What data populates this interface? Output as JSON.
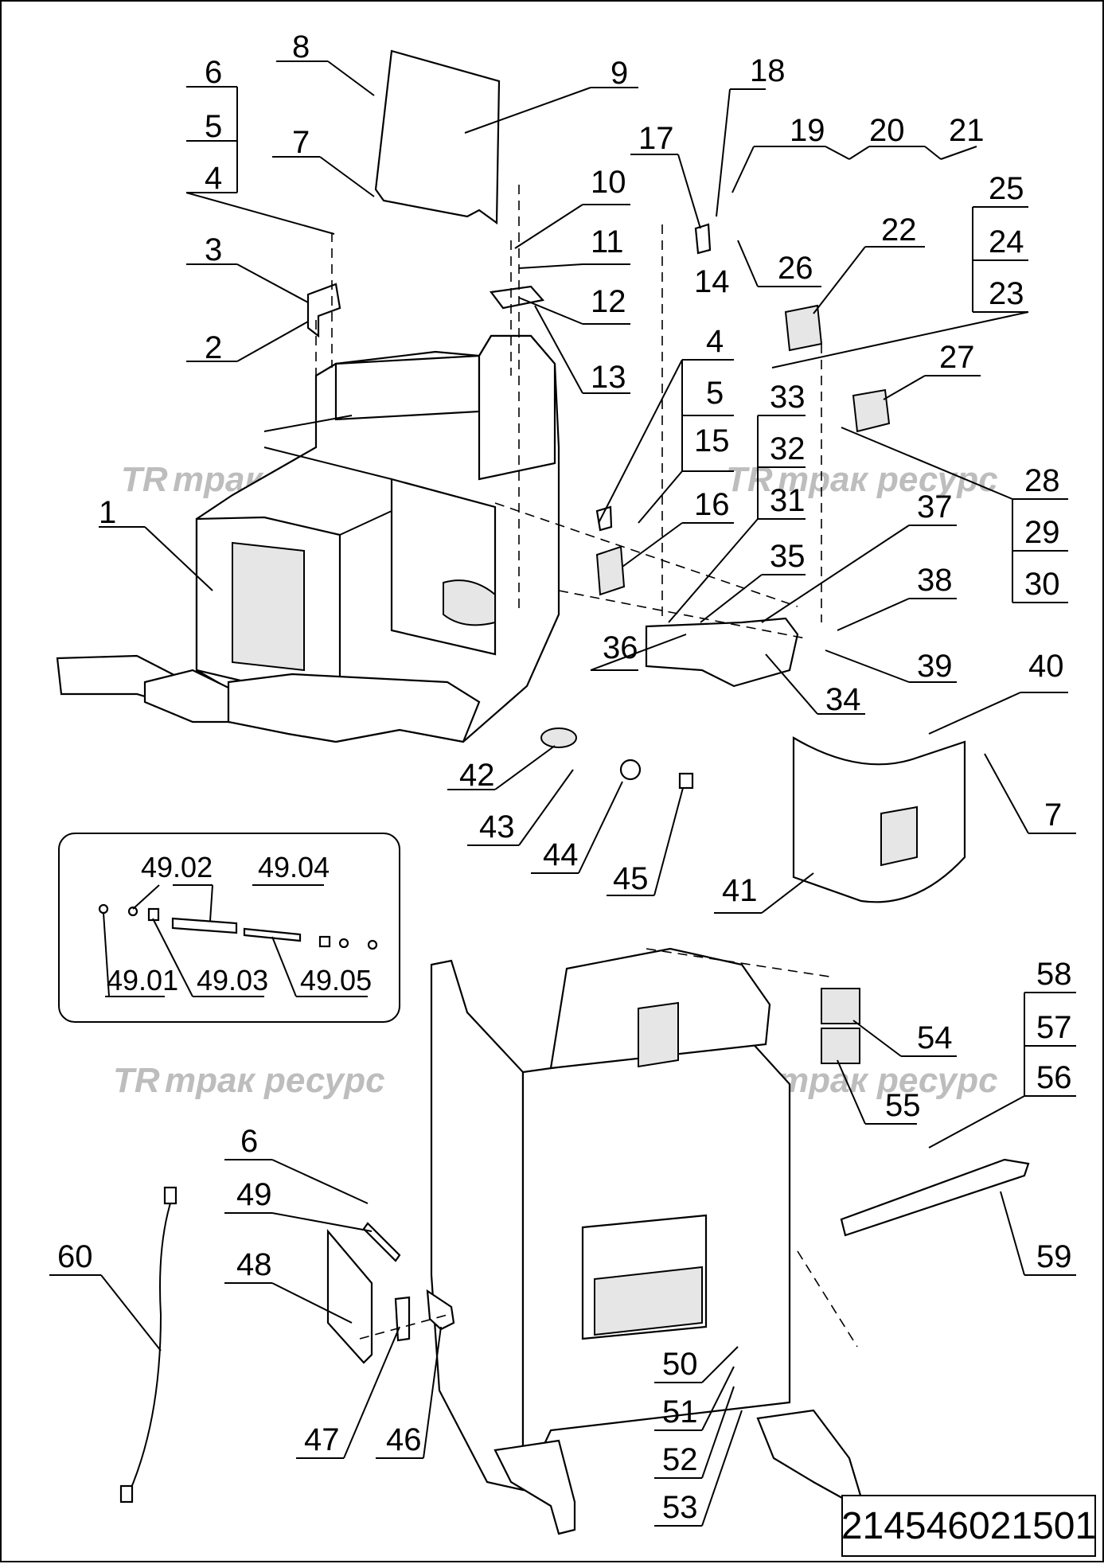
{
  "watermark": {
    "text": "трак ресурс",
    "logo": "TR"
  },
  "document_number": "214546021501",
  "callouts": [
    "1",
    "2",
    "3",
    "4",
    "5",
    "6",
    "7",
    "8",
    "9",
    "10",
    "11",
    "12",
    "13",
    "14",
    "15",
    "16",
    "17",
    "18",
    "19",
    "20",
    "21",
    "22",
    "23",
    "24",
    "25",
    "26",
    "27",
    "28",
    "29",
    "30",
    "31",
    "32",
    "33",
    "34",
    "35",
    "36",
    "37",
    "38",
    "39",
    "40",
    "41",
    "42",
    "43",
    "44",
    "45",
    "46",
    "47",
    "48",
    "49",
    "50",
    "51",
    "52",
    "53",
    "54",
    "55",
    "56",
    "57",
    "58",
    "59",
    "60"
  ],
  "detail_callouts": [
    "49.01",
    "49.02",
    "49.03",
    "49.04",
    "49.05"
  ],
  "repeat_callouts": {
    "four": "4",
    "five": "5",
    "six": "6",
    "seven": "7"
  }
}
